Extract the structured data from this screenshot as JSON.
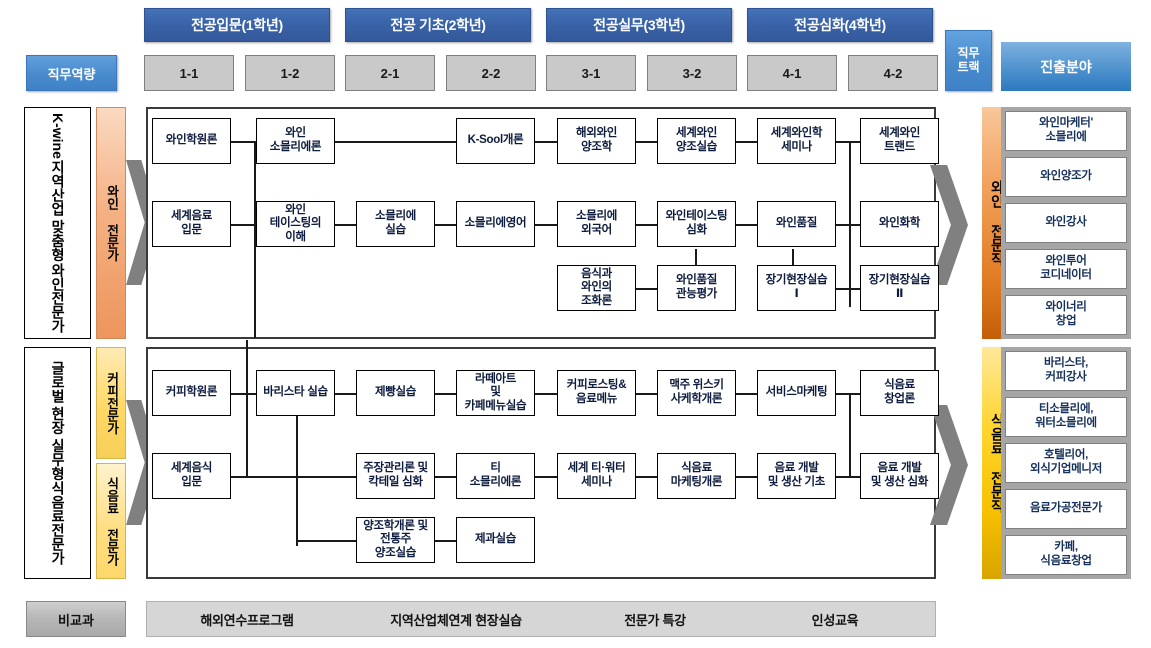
{
  "header": {
    "capability_label": "직무역량",
    "year_groups": [
      {
        "label": "전공입문(1학년)"
      },
      {
        "label": "전공 기초(2학년)"
      },
      {
        "label": "전공실무(3학년)"
      },
      {
        "label": "전공심화(4학년)"
      }
    ],
    "semesters": [
      "1-1",
      "1-2",
      "2-1",
      "2-2",
      "3-1",
      "3-2",
      "4-1",
      "4-2"
    ],
    "track_label": "직무\n트랙",
    "track_label_line1": "직무",
    "track_label_line2": "트랙",
    "field_label": "진출분야"
  },
  "tracks": [
    {
      "id": "wine",
      "descriptor_main": "와인전문가",
      "descriptor_sub": "지역산업 맞춤형",
      "descriptor_sub2": "K-wine",
      "stripes": [
        {
          "label": "와인 전문가",
          "color": "#f4b183"
        }
      ],
      "job_strip": "와인 전문직",
      "job_strip_color": "#e07b22",
      "courses": [
        {
          "name": "와인학원론",
          "semester": "1-1",
          "row": 1
        },
        {
          "name": "와인\n소믈리에론",
          "semester": "1-2",
          "row": 1
        },
        {
          "name": "K-Sool개론",
          "semester": "2-2",
          "row": 1
        },
        {
          "name": "해외와인\n양조학",
          "semester": "3-1",
          "row": 1
        },
        {
          "name": "세계와인\n양조실습",
          "semester": "3-2",
          "row": 1
        },
        {
          "name": "세계와인학\n세미나",
          "semester": "4-1",
          "row": 1
        },
        {
          "name": "세계와인\n트랜드",
          "semester": "4-2",
          "row": 1
        },
        {
          "name": "세계음료\n입문",
          "semester": "1-1",
          "row": 2
        },
        {
          "name": "와인\n테이스팅의\n이해",
          "semester": "1-2",
          "row": 2
        },
        {
          "name": "소믈리에\n실습",
          "semester": "2-1",
          "row": 2
        },
        {
          "name": "소믈리에영어",
          "semester": "2-2",
          "row": 2
        },
        {
          "name": "소믈리에\n외국어",
          "semester": "3-1",
          "row": 2
        },
        {
          "name": "와인테이스팅\n심화",
          "semester": "3-2",
          "row": 2
        },
        {
          "name": "와인품질",
          "semester": "4-1",
          "row": 2
        },
        {
          "name": "와인화학",
          "semester": "4-2",
          "row": 2
        },
        {
          "name": "음식과\n와인의\n조화론",
          "semester": "3-1",
          "row": 3
        },
        {
          "name": "와인품질\n관능평가",
          "semester": "3-2",
          "row": 3
        },
        {
          "name": "장기현장실습\nⅠ",
          "semester": "4-1",
          "row": 3
        },
        {
          "name": "장기현장실습\nⅡ",
          "semester": "4-2",
          "row": 3
        }
      ],
      "outcomes": [
        "와인마케터'\n소믈리에",
        "와인양조가",
        "와인강사",
        "와인투어\n코디네이터",
        "와이너리\n창업"
      ]
    },
    {
      "id": "fnb",
      "descriptor_main": "식음료전문가",
      "descriptor_sub": "글로벌 현장 실무형",
      "descriptor_sub2": "",
      "stripes": [
        {
          "label": "커피전문가",
          "color": "#ffd966"
        },
        {
          "label": "식음료 전문가",
          "color": "#ffdf85"
        }
      ],
      "job_strip": "식음료 전문직",
      "job_strip_color": "#f5c000",
      "courses": [
        {
          "name": "커피학원론",
          "semester": "1-1",
          "row": 1
        },
        {
          "name": "바리스타 실습",
          "semester": "1-2",
          "row": 1
        },
        {
          "name": "제빵실습",
          "semester": "2-1",
          "row": 1
        },
        {
          "name": "라떼아트\n및\n카페메뉴실습",
          "semester": "2-2",
          "row": 1
        },
        {
          "name": "커피로스팅&\n음료메뉴",
          "semester": "3-1",
          "row": 1
        },
        {
          "name": "맥주 위스키\n사케학개론",
          "semester": "3-2",
          "row": 1
        },
        {
          "name": "서비스마케팅",
          "semester": "4-1",
          "row": 1
        },
        {
          "name": "식음료\n창업론",
          "semester": "4-2",
          "row": 1
        },
        {
          "name": "세계음식\n입문",
          "semester": "1-1",
          "row": 2
        },
        {
          "name": "주장관리론 및\n칵테일 심화",
          "semester": "2-1",
          "row": 2
        },
        {
          "name": "티\n소믈리에론",
          "semester": "2-2",
          "row": 2
        },
        {
          "name": "세계 티·워터\n세미나",
          "semester": "3-1",
          "row": 2
        },
        {
          "name": "식음료\n마케팅개론",
          "semester": "3-2",
          "row": 2
        },
        {
          "name": "음료 개발\n및 생산 기초",
          "semester": "4-1",
          "row": 2
        },
        {
          "name": "음료 개발\n및 생산 심화",
          "semester": "4-2",
          "row": 2
        },
        {
          "name": "양조학개론 및\n전통주\n양조실습",
          "semester": "2-1",
          "row": 3
        },
        {
          "name": "제과실습",
          "semester": "2-2",
          "row": 3
        }
      ],
      "outcomes": [
        "바리스타,\n커피강사",
        "티소믈리에,\n워터소믈리에",
        "호텔리어,\n외식기업메니저",
        "음료가공전문가",
        "카페,\n식음료창업"
      ]
    }
  ],
  "footer": {
    "label": "비교과",
    "items": [
      "해외연수프로그램",
      "지역산업체연계 현장실습",
      "전문가 특강",
      "인성교육"
    ]
  },
  "colors": {
    "year_chip": "#3a63a8",
    "capability_chip": "#4a8ccd",
    "semester_chip": "#c9c9c9",
    "field_chip": "#2d7ac0",
    "wine_accent": "#f4b183",
    "coffee_accent": "#ffd966",
    "wine_job": "#e07b22",
    "fnb_job": "#f5c000",
    "arrow": "#808080",
    "outcome_panel": "#a6a6a6"
  }
}
